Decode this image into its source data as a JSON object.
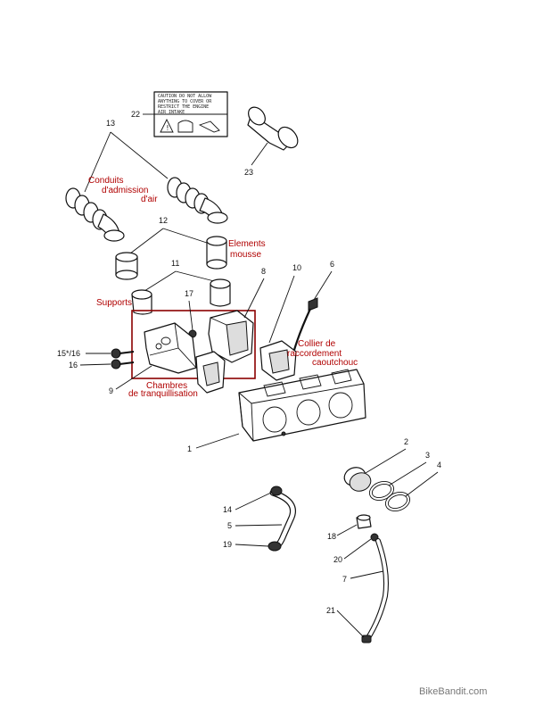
{
  "part_numbers": {
    "n1": "1",
    "n2": "2",
    "n3": "3",
    "n4": "4",
    "n5": "5",
    "n6": "6",
    "n7": "7",
    "n8": "8",
    "n9": "9",
    "n10": "10",
    "n11": "11",
    "n12": "12",
    "n13": "13",
    "n14": "14",
    "n15_16": "15*/16",
    "n16": "16",
    "n17": "17",
    "n18": "18",
    "n19": "19",
    "n20": "20",
    "n21": "21",
    "n22": "22",
    "n23": "23"
  },
  "annotations": {
    "conduits_line1": "Conduits",
    "conduits_line2": "d'admission",
    "conduits_line3": "d'air",
    "elements_line1": "Elements",
    "elements_line2": "mousse",
    "supports": "Supports",
    "collier_line1": "Collier de",
    "collier_line2": "raccordement",
    "collier_line3": "caoutchouc",
    "chambres_line1": "Chambres",
    "chambres_line2": "de tranquillisation"
  },
  "warning_label": {
    "line1": "CAUTION DO NOT ALLOW",
    "line2": "ANYTHING TO COVER OR",
    "line3": "RESTRICT THE ENGINE",
    "line4": "AIR INTAKE"
  },
  "watermark": "BikeBandit.com",
  "colors": {
    "annotation": "#b00000",
    "highlight_box": "#8b0000",
    "line_art": "#111111"
  }
}
